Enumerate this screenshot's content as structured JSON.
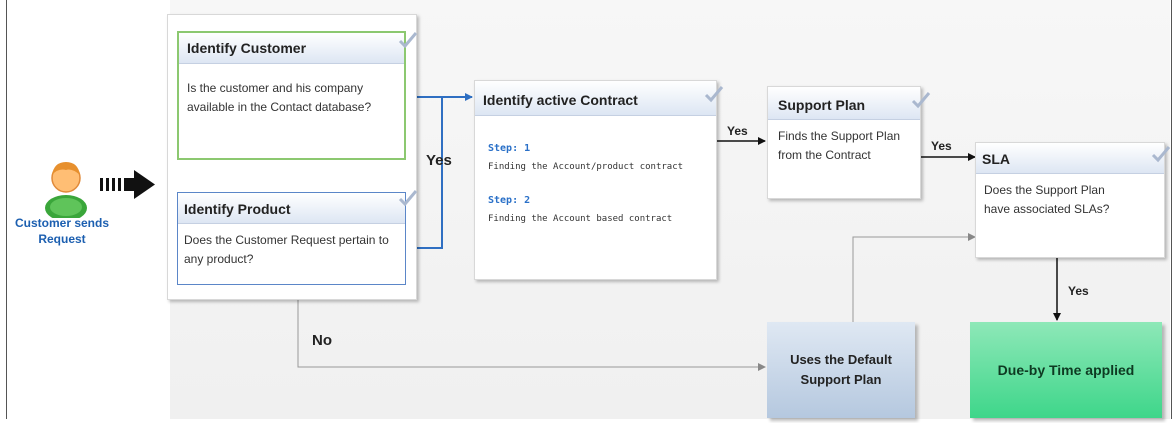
{
  "customer": {
    "caption": "Customer sends Request"
  },
  "identify_customer": {
    "title": "Identify Customer",
    "body": "Is the customer and his company available in the Contact database?"
  },
  "identify_product": {
    "title": "Identify Product",
    "body": "Does the Customer Request pertain to any product?"
  },
  "identify_contract": {
    "title": "Identify active Contract",
    "step1_label": "Step: 1",
    "step1_text": "Finding the Account/product contract",
    "step2_label": "Step: 2",
    "step2_text": "Finding the Account based contract"
  },
  "support_plan": {
    "title": "Support Plan",
    "body": "Finds the Support Plan from the Contract"
  },
  "sla": {
    "title": "SLA",
    "body": "Does the Support Plan have associated SLAs?"
  },
  "default_plan": {
    "label": "Uses the Default Support Plan"
  },
  "due_by": {
    "label": "Due-by Time applied"
  },
  "edges": {
    "yes_identify": "Yes",
    "yes_to_support": "Yes",
    "yes_to_sla": "Yes",
    "yes_to_due": "Yes",
    "no": "No"
  },
  "colors": {
    "green_border": "#8cc870",
    "blue_border": "#5b86c8",
    "blue_arrow": "#2f6fc2",
    "caption_blue": "#1c5fb0",
    "due_green": "#3fd68c",
    "default_blue": "#b9cce3"
  },
  "icons": [
    "user-icon",
    "check-icon",
    "arrow-icon"
  ]
}
